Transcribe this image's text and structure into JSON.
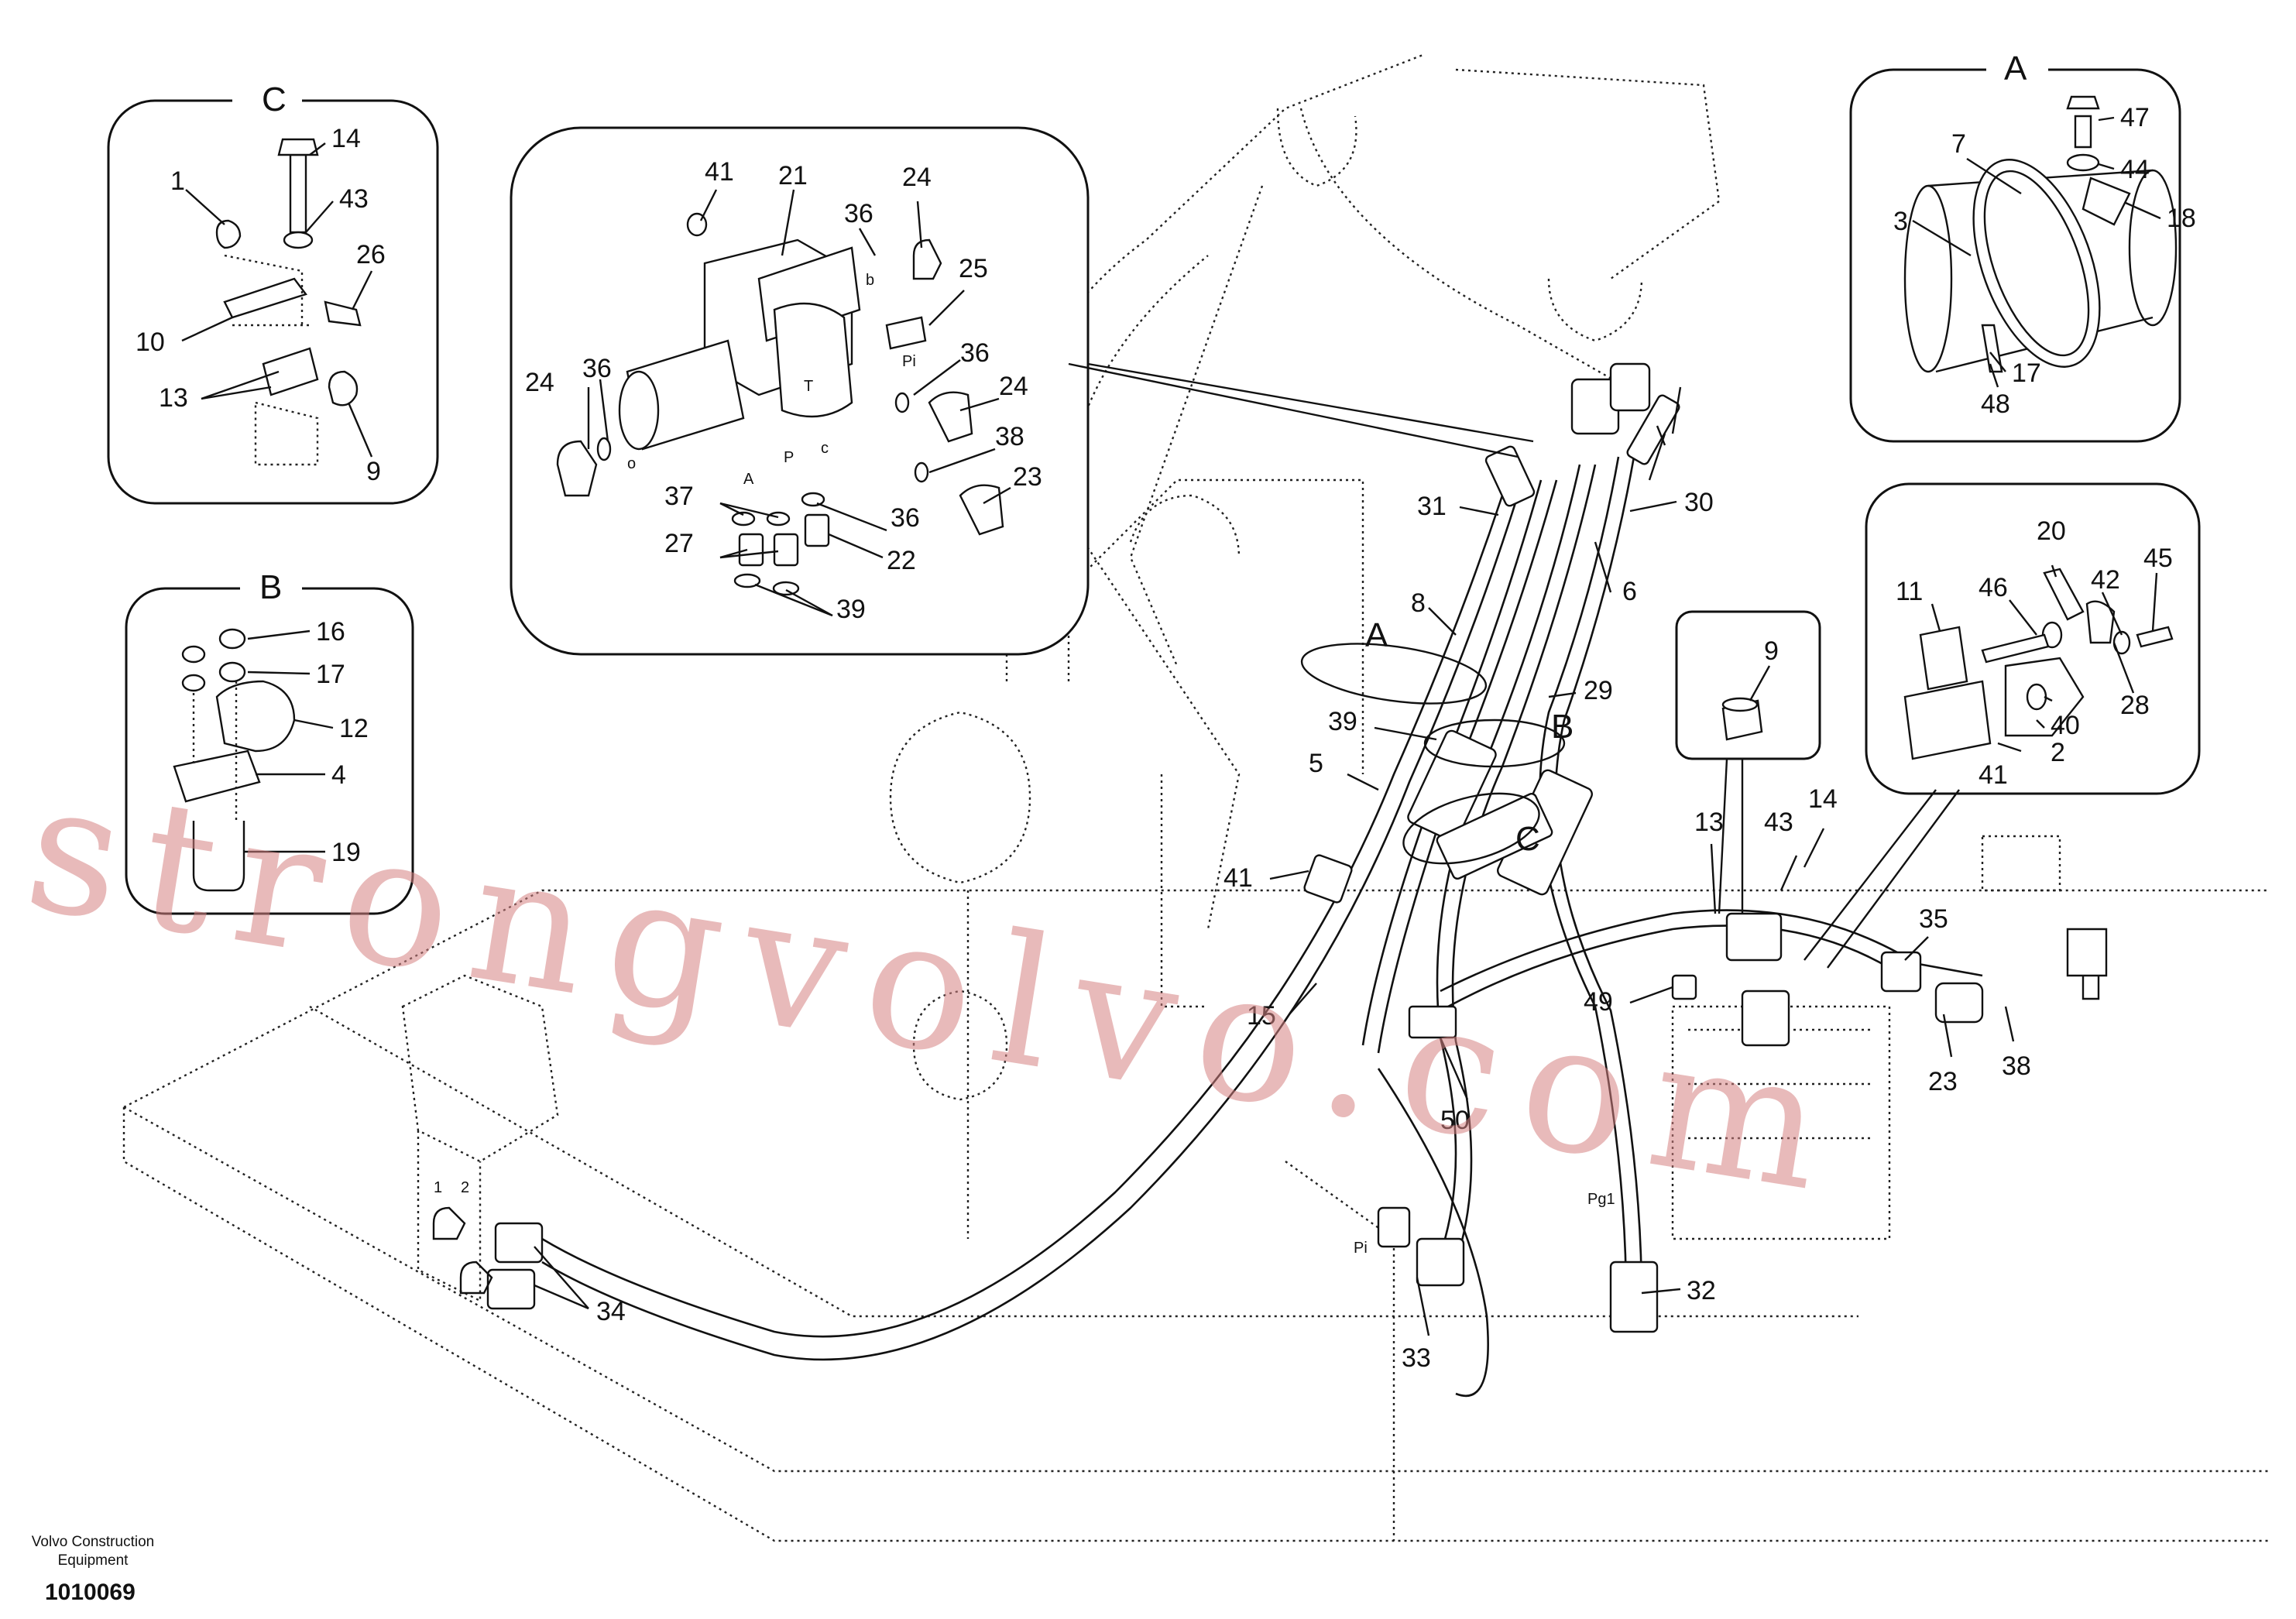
{
  "detail_views": {
    "C": {
      "title": "C",
      "callouts": [
        "14",
        "1",
        "43",
        "26",
        "10",
        "13",
        "9"
      ]
    },
    "B": {
      "title": "B",
      "callouts": [
        "16",
        "17",
        "12",
        "4",
        "19"
      ]
    },
    "A": {
      "title": "A",
      "callouts": [
        "47",
        "7",
        "44",
        "18",
        "3",
        "17",
        "48"
      ]
    },
    "valve": {
      "callouts": [
        "41",
        "21",
        "36",
        "24",
        "25",
        "36",
        "24",
        "36",
        "24",
        "38",
        "23",
        "37",
        "36",
        "27",
        "22",
        "39"
      ],
      "ports": [
        "b",
        "Pi",
        "T",
        "A",
        "P",
        "c",
        "o"
      ]
    },
    "flange": {
      "callouts": [
        "20",
        "11",
        "46",
        "42",
        "45",
        "28",
        "40",
        "2",
        "41"
      ]
    },
    "sleeve": {
      "callouts": [
        "9"
      ]
    }
  },
  "main_view": {
    "callouts": [
      "31",
      "30",
      "8",
      "6",
      "29",
      "39",
      "5",
      "41",
      "15",
      "13",
      "43",
      "14",
      "49",
      "35",
      "23",
      "38",
      "50",
      "32",
      "33",
      "34"
    ],
    "section_marks": [
      "A",
      "B",
      "C"
    ],
    "ports": [
      "Pi",
      "Pg1",
      "1",
      "2"
    ]
  },
  "watermark": "strongvolvo.com",
  "footer": {
    "brand_line1": "Volvo Construction",
    "brand_line2": "Equipment",
    "doc_number": "1010069"
  }
}
